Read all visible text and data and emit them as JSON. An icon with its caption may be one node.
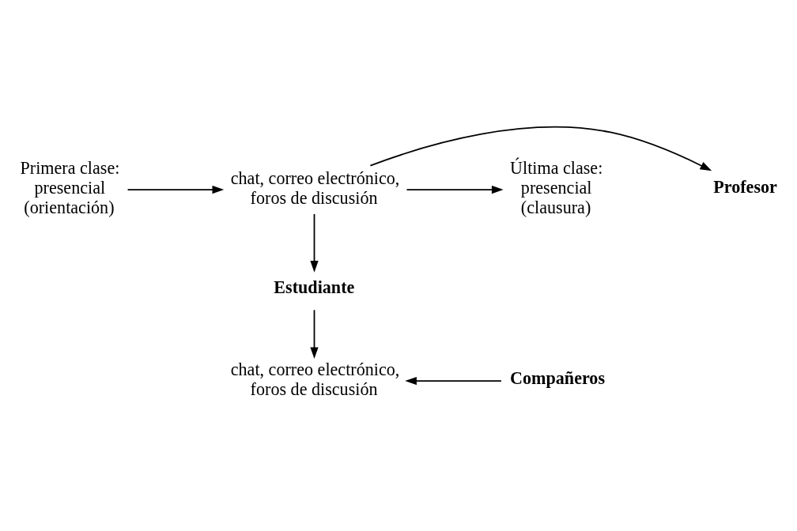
{
  "diagram": {
    "nodes": [
      {
        "text": [
          "Primera clase: presencial (orientación)"
        ]
      },
      {
        "text": [
          "Profesor"
        ]
      },
      {
        "text": [
          "chat, correo electrónico, foros de discusión"
        ]
      },
      {
        "text": [
          "Última clase: presencial (clausura)"
        ]
      },
      {
        "text": [
          "Estudiante"
        ]
      },
      {
        "text": [
          "chat, correo electrónico, foros de discusión"
        ]
      },
      {
        "text": [
          "Compañeros"
        ]
      }
    ],
    "edges": [
      {
        "from": 0,
        "to": 2,
        "arrow": "to"
      },
      {
        "from": 2,
        "to": 1,
        "arrow": "to"
      },
      {
        "from": 2,
        "to": 3,
        "arrow": "to"
      },
      {
        "from": 2,
        "to": 4,
        "arrow": "to"
      },
      {
        "from": 4,
        "to": 5,
        "arrow": "to"
      },
      {
        "from": 6,
        "to": 5,
        "arrow": "to"
      }
    ]
  }
}
